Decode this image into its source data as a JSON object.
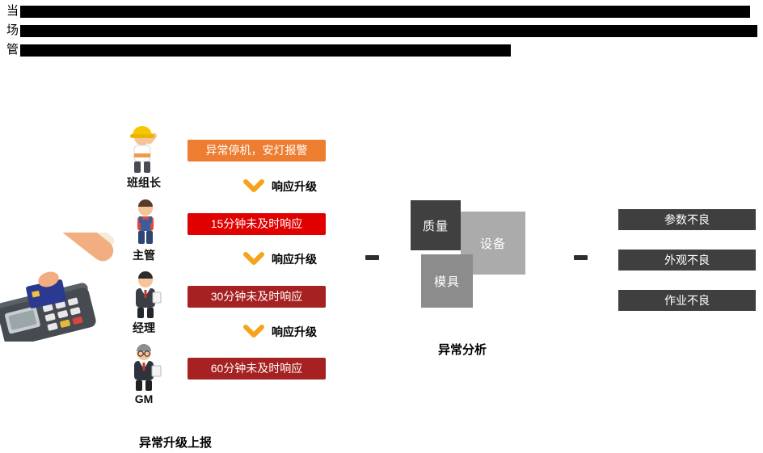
{
  "top_paragraph": {
    "line1_prefix": "当",
    "line2_prefix": "场",
    "line3_prefix": "管"
  },
  "escalation": {
    "section_title": "异常升级上报",
    "escalate_label": "响应升级",
    "roles": [
      {
        "label": "班组长",
        "icon": "worker-icon"
      },
      {
        "label": "主管",
        "icon": "supervisor-icon"
      },
      {
        "label": "经理",
        "icon": "manager-icon"
      },
      {
        "label": "GM",
        "icon": "gm-icon"
      }
    ],
    "alerts": [
      {
        "label": "异常停机，安灯报警",
        "color": "#ED7D31"
      },
      {
        "label": "15分钟未及时响应",
        "color": "#E00000"
      },
      {
        "label": "30分钟未及时响应",
        "color": "#A62121"
      },
      {
        "label": "60分钟未及时响应",
        "color": "#A62121"
      }
    ]
  },
  "analysis": {
    "section_title": "异常分析",
    "categories": [
      {
        "label": "质量",
        "color": "#404040"
      },
      {
        "label": "设备",
        "color": "#ABABAB"
      },
      {
        "label": "模具",
        "color": "#8C8C8C"
      }
    ]
  },
  "defects": {
    "color": "#3F3F3F",
    "items": [
      {
        "label": "参数不良"
      },
      {
        "label": "外观不良"
      },
      {
        "label": "作业不良"
      }
    ]
  },
  "colors": {
    "chevron": "#F5A31A",
    "redacted_bar": "#000000"
  }
}
